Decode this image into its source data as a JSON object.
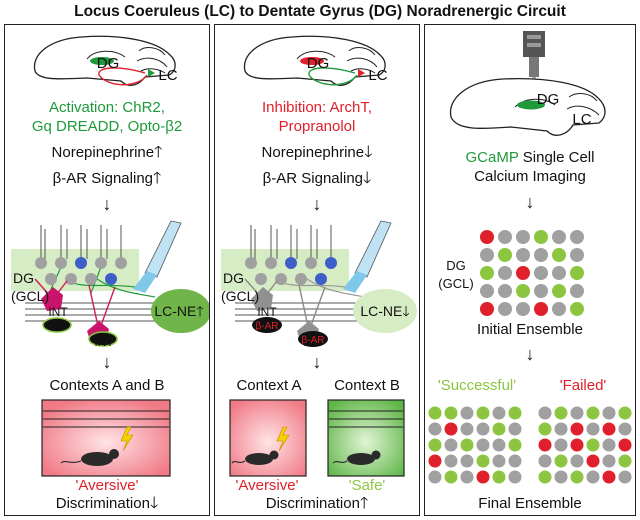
{
  "title": "Locus Coeruleus (LC) to Dentate Gyrus (DG) Noradrenergic Circuit",
  "brain_labels": {
    "dg": "DG",
    "lc": "LC"
  },
  "panel_left": {
    "manipulation": [
      "Activation: ChR2,",
      "Gq DREADD, Opto-β2"
    ],
    "ne_label": "Norepinephrine",
    "bar_label": "β-AR Signaling",
    "circuit": {
      "dg": "DG",
      "gcl": "(GCL)",
      "int1": "INT",
      "int2": "INT",
      "lcne": "LC-NE"
    },
    "contexts": "Contexts A and B",
    "outcome": "'Aversive'",
    "discrimination": "Discrimination"
  },
  "panel_mid": {
    "manipulation": [
      "Inhibition: ArchT,",
      "Propranolol"
    ],
    "ne_label": "Norepinephrine",
    "bar_label": "β-AR Signaling",
    "circuit": {
      "dg": "DG",
      "gcl": "(GCL)",
      "int1": "INT",
      "int2": "INT",
      "bar1": "β-AR",
      "bar2": "β-AR",
      "lcne": "LC-NE"
    },
    "context_a": "Context A",
    "context_b": "Context B",
    "outcome_a": "'Aversive'",
    "outcome_b": "'Safe'",
    "discrimination": "Discrimination"
  },
  "panel_right": {
    "imaging_1": "GCaMP",
    "imaging_2": "Single Cell",
    "imaging_3": "Calcium Imaging",
    "dg": "DG",
    "gcl": "(GCL)",
    "initial": "Initial Ensemble",
    "successful": "'Successful'",
    "failed": "'Failed'",
    "final": "Final Ensemble"
  },
  "colors": {
    "activation_green": "#1f9a3a",
    "inhibition_red": "#e0202a",
    "cell_green": "#8cc640",
    "cell_red": "#e0202a",
    "cell_gray": "#a0a0a0",
    "granule_blue": "#3f5fc8"
  }
}
